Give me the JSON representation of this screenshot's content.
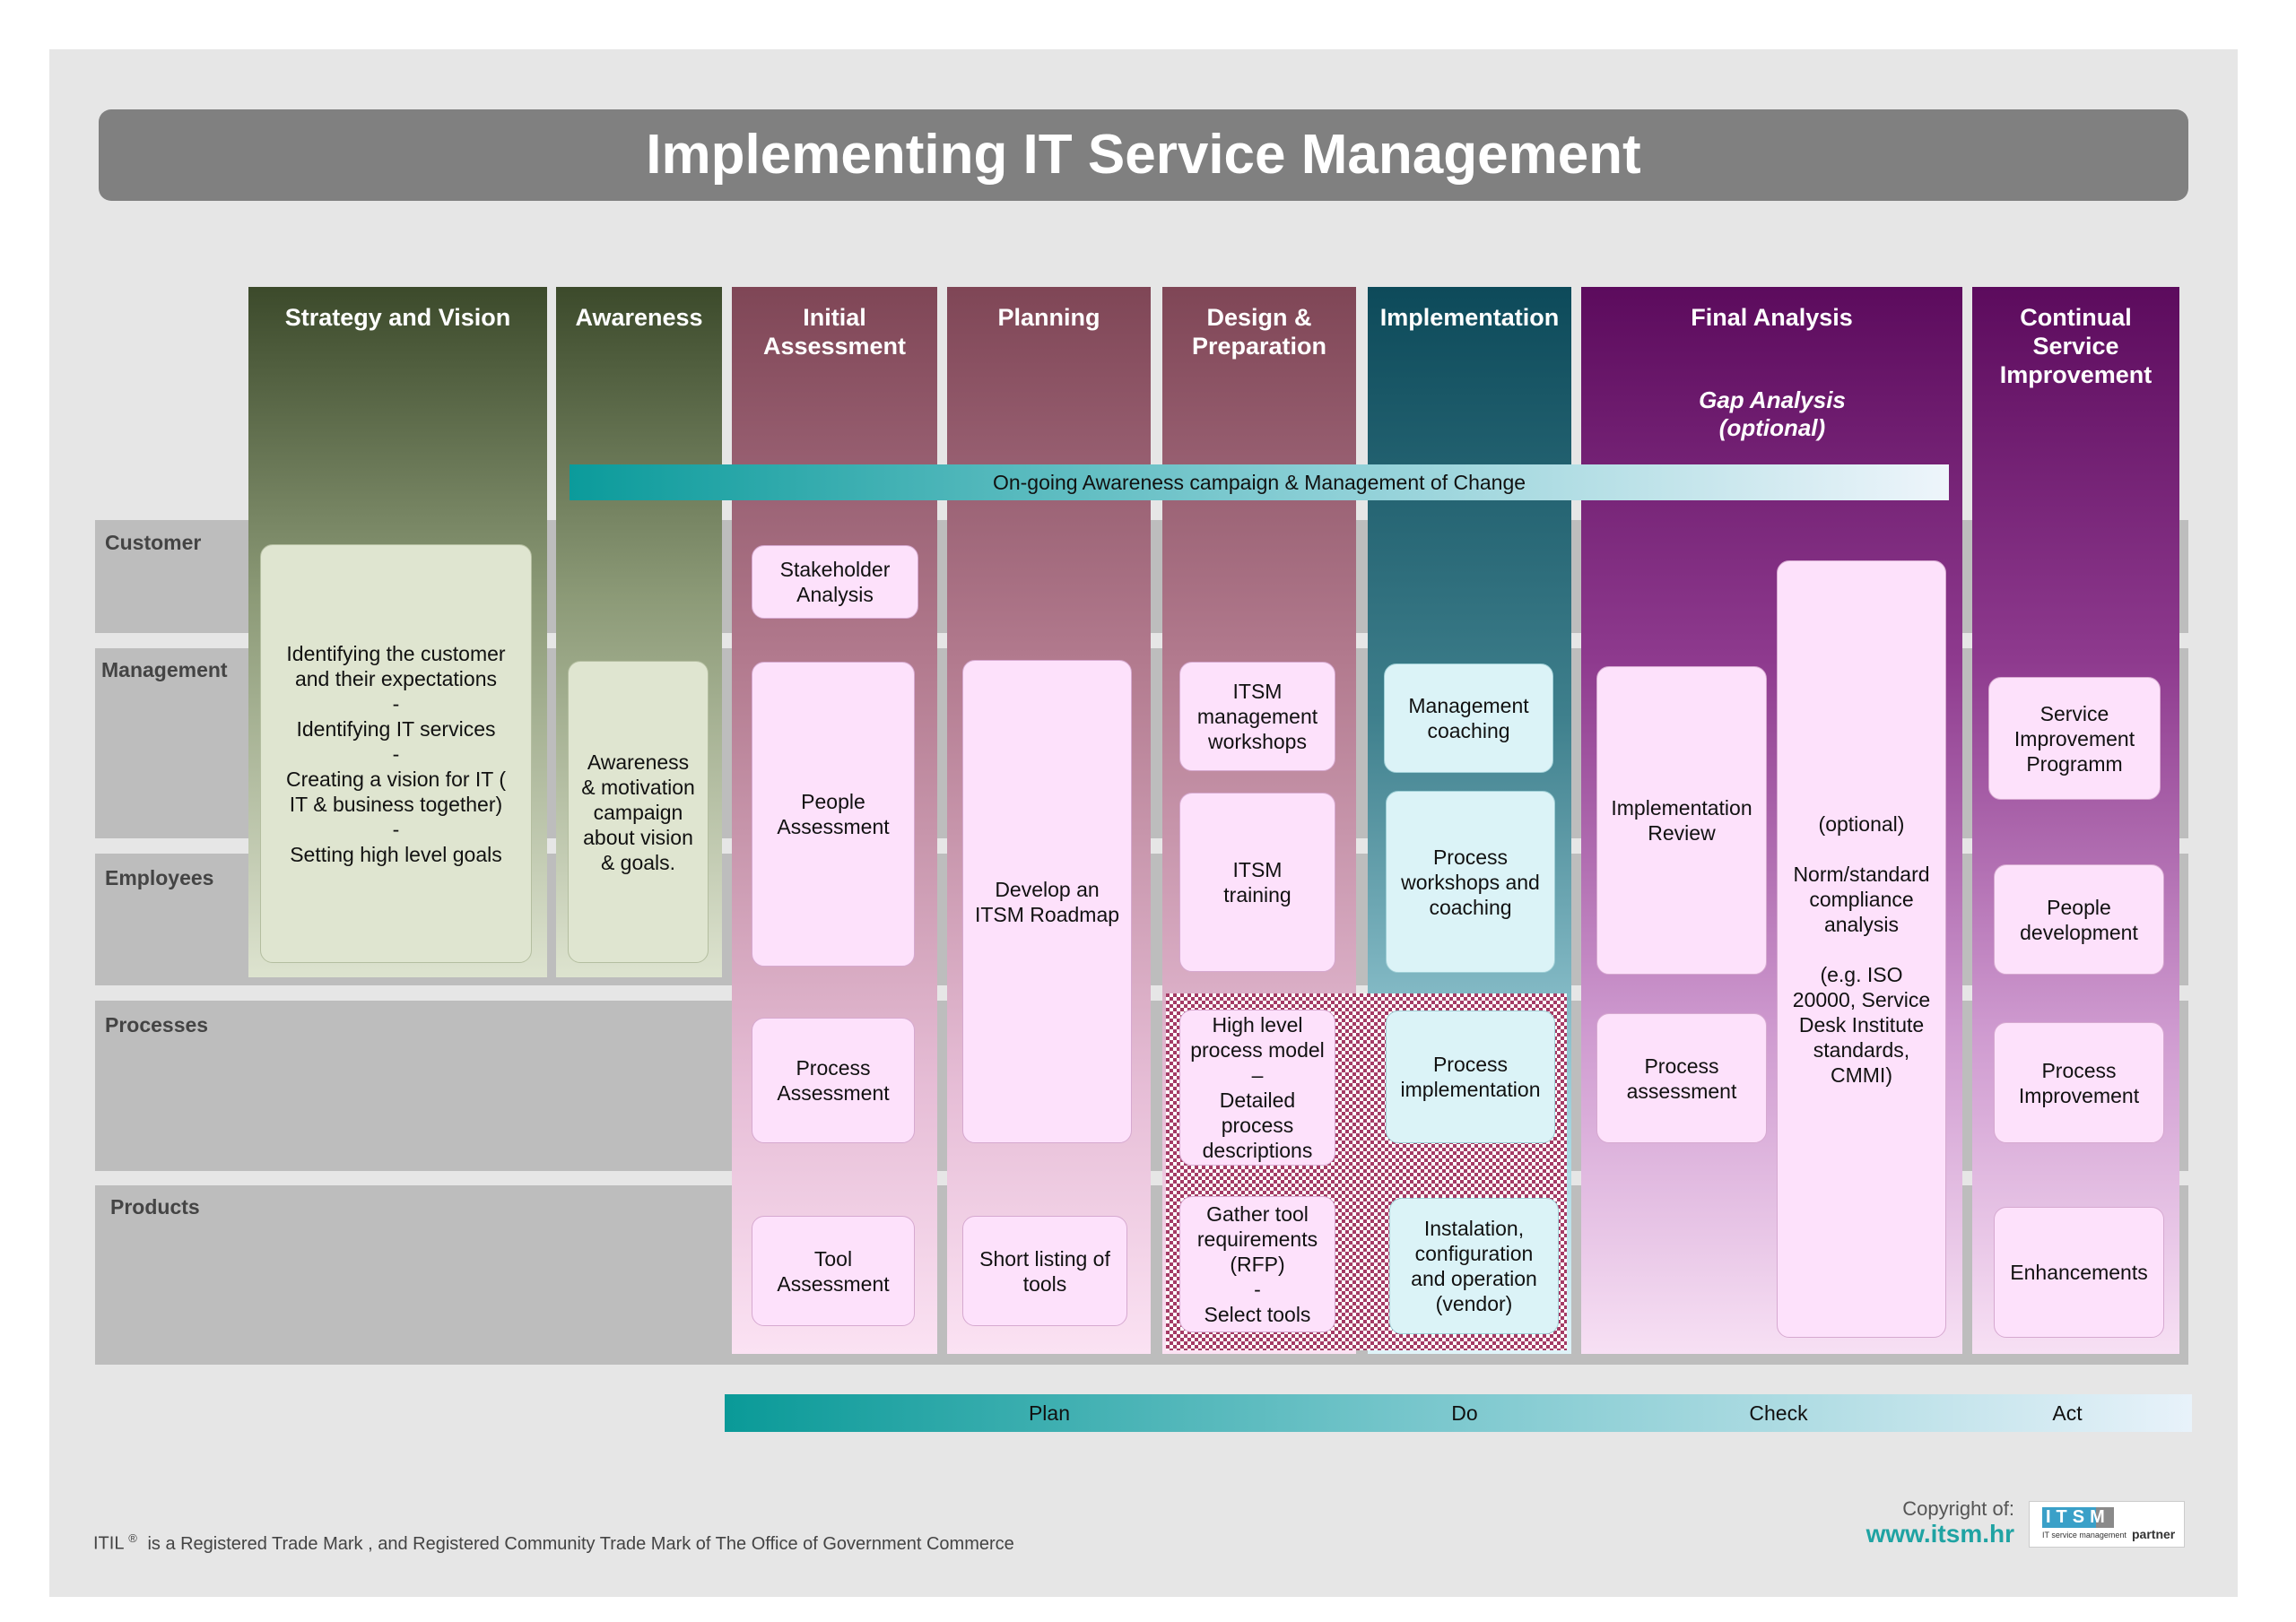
{
  "title": "Implementing IT Service Management",
  "rows": [
    {
      "label": "Customer"
    },
    {
      "label": "Management"
    },
    {
      "label": "Employees"
    },
    {
      "label": "Processes"
    },
    {
      "label": "Products"
    }
  ],
  "columns": {
    "strategy": "Strategy and Vision",
    "awareness": "Awareness",
    "initial": "Initial\nAssessment",
    "planning": "Planning",
    "design": "Design &\nPreparation",
    "implementation": "Implementation",
    "final": "Final Analysis",
    "csi": "Continual\nService\nImprovement"
  },
  "gap_analysis": "Gap Analysis\n(optional)",
  "ongoing_banner": "On-going Awareness campaign & Management of Change",
  "boxes": {
    "strategy_text": "Identifying the customer\nand their expectations\n-\nIdentifying IT services\n-\nCreating a vision for IT (\nIT & business together)\n-\nSetting high level goals",
    "awareness_text": "Awareness\n& motivation\ncampaign\nabout vision\n& goals.",
    "stakeholder": "Stakeholder\nAnalysis",
    "people_assessment": "People\nAssessment",
    "process_assessment": "Process\nAssessment",
    "tool_assessment": "Tool\nAssessment",
    "roadmap": "Develop an\nITSM Roadmap",
    "shortlist": "Short listing of\ntools",
    "itsm_workshops": "ITSM\nmanagement\nworkshops",
    "itsm_training": "ITSM\ntraining",
    "process_model": "High level\nprocess model\n–\nDetailed\nprocess\ndescriptions",
    "gather_tool": "Gather tool\nrequirements\n(RFP)\n-\nSelect tools",
    "mgmt_coaching": "Management\ncoaching",
    "process_workshops": "Process\nworkshops and\ncoaching",
    "process_impl": "Process\nimplementation",
    "installation": "Instalation,\nconfiguration\nand operation\n(vendor)",
    "impl_review": "Implementation\nReview",
    "process_assessment_final": "Process\nassessment",
    "norm_compliance": "(optional)\n\nNorm/standard\ncompliance\nanalysis\n\n(e.g. ISO\n20000, Service\nDesk Institute\nstandards,\nCMMI)",
    "sip": "Service\nImprovement\nProgramm",
    "people_dev": "People\ndevelopment",
    "process_improvement": "Process\nImprovement",
    "enhancements": "Enhancements"
  },
  "pdca": {
    "plan": "Plan",
    "do": "Do",
    "check": "Check",
    "act": "Act"
  },
  "footer": {
    "trademark_prefix": "ITIL",
    "registered_symbol": "®",
    "trademark_text": "is a Registered Trade Mark , and Registered Community Trade Mark of The Office of Government Commerce",
    "copyright": "Copyright of:",
    "website": "www.itsm.hr",
    "logo_letters": "ITSM",
    "logo_sub": "IT service management",
    "logo_partner": "partner"
  }
}
